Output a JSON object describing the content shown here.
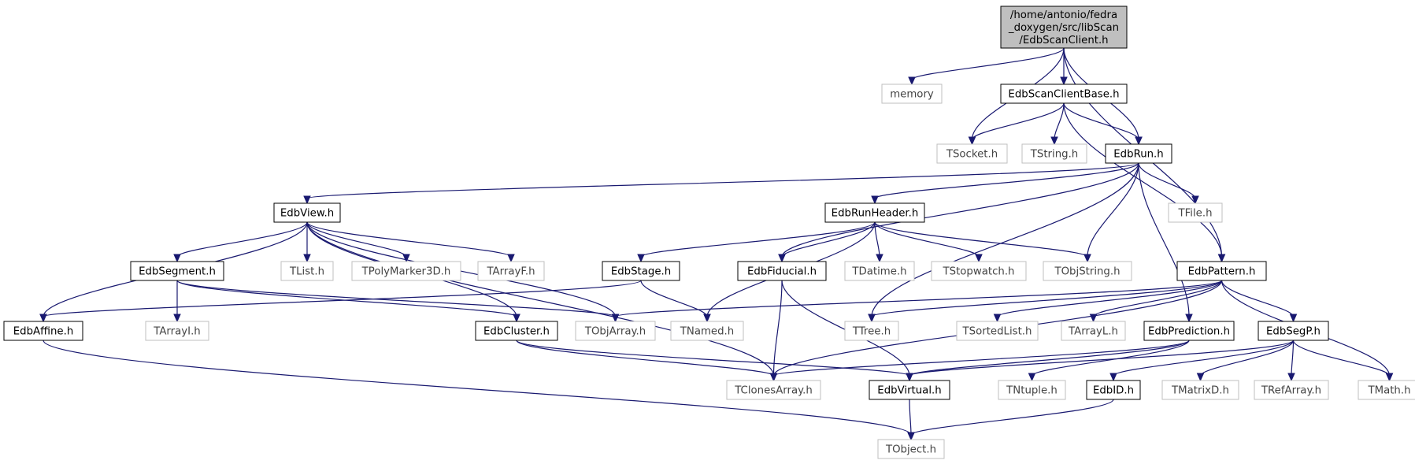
{
  "diagram": {
    "colors": {
      "edge": "#191970",
      "box_border": "#000000",
      "external_border": "#bfbfbf",
      "root_fill": "#bfbfbf",
      "box_fill": "#ffffff"
    },
    "nodes": [
      {
        "id": "root",
        "lines": [
          "/home/antonio/fedra",
          "_doxygen/src/libScan",
          "/EdbScanClient.h"
        ],
        "kind": "root"
      },
      {
        "id": "memory",
        "lines": [
          "memory"
        ],
        "kind": "external"
      },
      {
        "id": "EdbScanClientBase",
        "lines": [
          "EdbScanClientBase.h"
        ],
        "kind": "internal"
      },
      {
        "id": "TSocket",
        "lines": [
          "TSocket.h"
        ],
        "kind": "external"
      },
      {
        "id": "TString",
        "lines": [
          "TString.h"
        ],
        "kind": "external"
      },
      {
        "id": "EdbRun",
        "lines": [
          "EdbRun.h"
        ],
        "kind": "internal"
      },
      {
        "id": "EdbView",
        "lines": [
          "EdbView.h"
        ],
        "kind": "internal"
      },
      {
        "id": "EdbRunHeader",
        "lines": [
          "EdbRunHeader.h"
        ],
        "kind": "internal"
      },
      {
        "id": "TFile",
        "lines": [
          "TFile.h"
        ],
        "kind": "external"
      },
      {
        "id": "EdbSegment",
        "lines": [
          "EdbSegment.h"
        ],
        "kind": "internal"
      },
      {
        "id": "TList",
        "lines": [
          "TList.h"
        ],
        "kind": "external"
      },
      {
        "id": "TPolyMarker3D",
        "lines": [
          "TPolyMarker3D.h"
        ],
        "kind": "external"
      },
      {
        "id": "TArrayF",
        "lines": [
          "TArrayF.h"
        ],
        "kind": "external"
      },
      {
        "id": "EdbStage",
        "lines": [
          "EdbStage.h"
        ],
        "kind": "internal"
      },
      {
        "id": "EdbFiducial",
        "lines": [
          "EdbFiducial.h"
        ],
        "kind": "internal"
      },
      {
        "id": "TDatime",
        "lines": [
          "TDatime.h"
        ],
        "kind": "external"
      },
      {
        "id": "TStopwatch",
        "lines": [
          "TStopwatch.h"
        ],
        "kind": "external"
      },
      {
        "id": "TObjString",
        "lines": [
          "TObjString.h"
        ],
        "kind": "external"
      },
      {
        "id": "EdbPattern",
        "lines": [
          "EdbPattern.h"
        ],
        "kind": "internal"
      },
      {
        "id": "EdbAffine",
        "lines": [
          "EdbAffine.h"
        ],
        "kind": "internal"
      },
      {
        "id": "TArrayI",
        "lines": [
          "TArrayI.h"
        ],
        "kind": "external"
      },
      {
        "id": "EdbCluster",
        "lines": [
          "EdbCluster.h"
        ],
        "kind": "internal"
      },
      {
        "id": "TObjArray",
        "lines": [
          "TObjArray.h"
        ],
        "kind": "external"
      },
      {
        "id": "TNamed",
        "lines": [
          "TNamed.h"
        ],
        "kind": "external"
      },
      {
        "id": "TTree",
        "lines": [
          "TTree.h"
        ],
        "kind": "external"
      },
      {
        "id": "TSortedList",
        "lines": [
          "TSortedList.h"
        ],
        "kind": "external"
      },
      {
        "id": "TArrayL",
        "lines": [
          "TArrayL.h"
        ],
        "kind": "external"
      },
      {
        "id": "EdbPrediction",
        "lines": [
          "EdbPrediction.h"
        ],
        "kind": "internal"
      },
      {
        "id": "EdbSegP",
        "lines": [
          "EdbSegP.h"
        ],
        "kind": "internal"
      },
      {
        "id": "TClonesArray",
        "lines": [
          "TClonesArray.h"
        ],
        "kind": "external"
      },
      {
        "id": "EdbVirtual",
        "lines": [
          "EdbVirtual.h"
        ],
        "kind": "internal"
      },
      {
        "id": "TNtuple",
        "lines": [
          "TNtuple.h"
        ],
        "kind": "external"
      },
      {
        "id": "EdbID",
        "lines": [
          "EdbID.h"
        ],
        "kind": "internal"
      },
      {
        "id": "TMatrixD",
        "lines": [
          "TMatrixD.h"
        ],
        "kind": "external"
      },
      {
        "id": "TRefArray",
        "lines": [
          "TRefArray.h"
        ],
        "kind": "external"
      },
      {
        "id": "TMath",
        "lines": [
          "TMath.h"
        ],
        "kind": "external"
      },
      {
        "id": "TObject",
        "lines": [
          "TObject.h"
        ],
        "kind": "external"
      }
    ],
    "edges": [
      [
        "root",
        "memory"
      ],
      [
        "root",
        "EdbScanClientBase"
      ],
      [
        "root",
        "TSocket"
      ],
      [
        "root",
        "EdbRun"
      ],
      [
        "root",
        "EdbPattern"
      ],
      [
        "EdbScanClientBase",
        "TSocket"
      ],
      [
        "EdbScanClientBase",
        "TString"
      ],
      [
        "EdbScanClientBase",
        "EdbRun"
      ],
      [
        "EdbScanClientBase",
        "EdbPattern"
      ],
      [
        "EdbRun",
        "EdbView"
      ],
      [
        "EdbRun",
        "EdbRunHeader"
      ],
      [
        "EdbRun",
        "EdbFiducial"
      ],
      [
        "EdbRun",
        "TFile"
      ],
      [
        "EdbRun",
        "TObjString"
      ],
      [
        "EdbRun",
        "TTree"
      ],
      [
        "EdbRun",
        "EdbPrediction"
      ],
      [
        "EdbView",
        "EdbSegment"
      ],
      [
        "EdbView",
        "TList"
      ],
      [
        "EdbView",
        "TPolyMarker3D"
      ],
      [
        "EdbView",
        "TArrayF"
      ],
      [
        "EdbView",
        "EdbAffine"
      ],
      [
        "EdbView",
        "EdbCluster"
      ],
      [
        "EdbView",
        "TObjArray"
      ],
      [
        "EdbView",
        "TClonesArray"
      ],
      [
        "EdbRunHeader",
        "EdbStage"
      ],
      [
        "EdbRunHeader",
        "EdbFiducial"
      ],
      [
        "EdbRunHeader",
        "TDatime"
      ],
      [
        "EdbRunHeader",
        "TStopwatch"
      ],
      [
        "EdbRunHeader",
        "TObjString"
      ],
      [
        "EdbRunHeader",
        "TNamed"
      ],
      [
        "EdbSegment",
        "TArrayI"
      ],
      [
        "EdbSegment",
        "EdbCluster"
      ],
      [
        "EdbSegment",
        "TObjArray"
      ],
      [
        "EdbStage",
        "EdbAffine"
      ],
      [
        "EdbStage",
        "TNamed"
      ],
      [
        "EdbFiducial",
        "TClonesArray"
      ],
      [
        "EdbFiducial",
        "EdbVirtual"
      ],
      [
        "EdbPattern",
        "TObjArray"
      ],
      [
        "EdbPattern",
        "TTree"
      ],
      [
        "EdbPattern",
        "TSortedList"
      ],
      [
        "EdbPattern",
        "TArrayL"
      ],
      [
        "EdbPattern",
        "EdbSegP"
      ],
      [
        "EdbPattern",
        "TMath"
      ],
      [
        "EdbPattern",
        "TClonesArray"
      ],
      [
        "EdbAffine",
        "TObject"
      ],
      [
        "EdbCluster",
        "TClonesArray"
      ],
      [
        "EdbCluster",
        "EdbVirtual"
      ],
      [
        "EdbPrediction",
        "TClonesArray"
      ],
      [
        "EdbPrediction",
        "EdbVirtual"
      ],
      [
        "EdbPrediction",
        "TNtuple"
      ],
      [
        "EdbSegP",
        "EdbVirtual"
      ],
      [
        "EdbSegP",
        "EdbID"
      ],
      [
        "EdbSegP",
        "TMatrixD"
      ],
      [
        "EdbSegP",
        "TRefArray"
      ],
      [
        "EdbSegP",
        "TMath"
      ],
      [
        "EdbVirtual",
        "TObject"
      ],
      [
        "EdbID",
        "TObject"
      ]
    ]
  }
}
